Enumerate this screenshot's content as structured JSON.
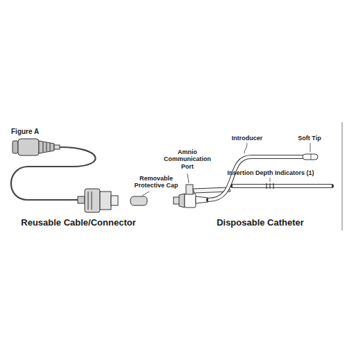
{
  "diagram": {
    "labels": [
      "Figure A",
      "Removable Protective Cap",
      "Amnio Communication Port",
      "Introducer",
      "Soft Tip",
      "Insertion Depth Indicators (1)",
      "Reusable Cable/Connector",
      "Disposable Catheter"
    ]
  }
}
